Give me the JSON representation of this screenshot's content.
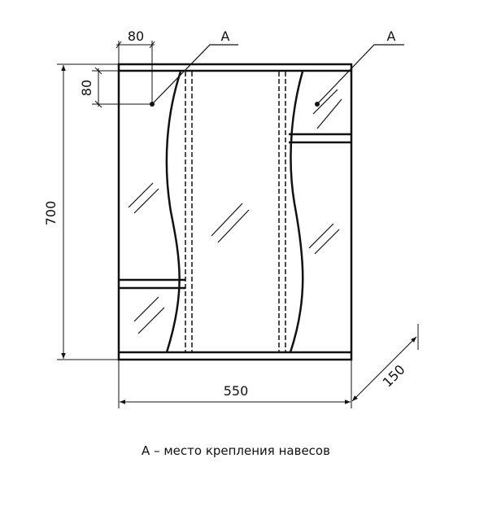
{
  "dimensions": {
    "width": "550",
    "height": "700",
    "depth": "150",
    "hinge_offset_x": "80",
    "hinge_offset_y": "80"
  },
  "labels": {
    "hinge_left": "A",
    "hinge_right": "A"
  },
  "caption": "А – место крепления навесов",
  "colors": {
    "line": "#111111",
    "background": "#ffffff"
  }
}
